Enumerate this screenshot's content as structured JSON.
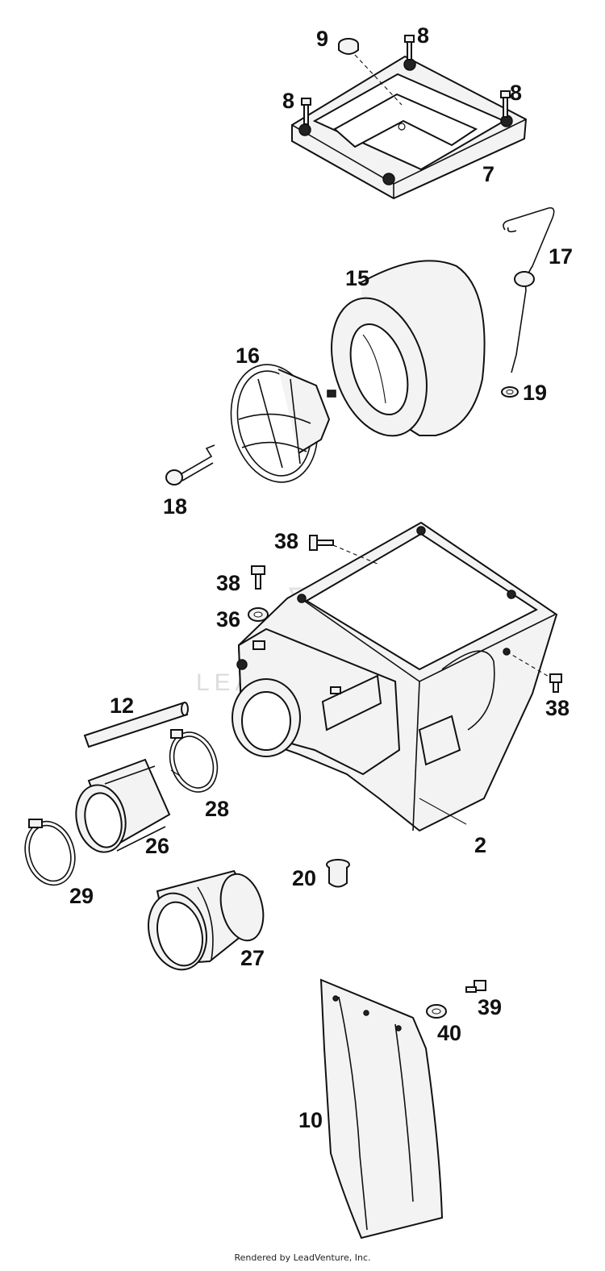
{
  "diagram": {
    "callouts": {
      "c9": "9",
      "c8a": "8",
      "c8b": "8",
      "c8c": "8",
      "c7": "7",
      "c17": "17",
      "c15": "15",
      "c16": "16",
      "c19": "19",
      "c18": "18",
      "c38a": "38",
      "c38b": "38",
      "c36": "36",
      "c38c": "38",
      "c12": "12",
      "c28": "28",
      "c26": "26",
      "c2": "2",
      "c29": "29",
      "c20": "20",
      "c27": "27",
      "c39": "39",
      "c40": "40",
      "c10": "10"
    },
    "watermark": "LEADVENTURE"
  },
  "footer": {
    "credit": "Rendered by LeadVenture, Inc."
  }
}
